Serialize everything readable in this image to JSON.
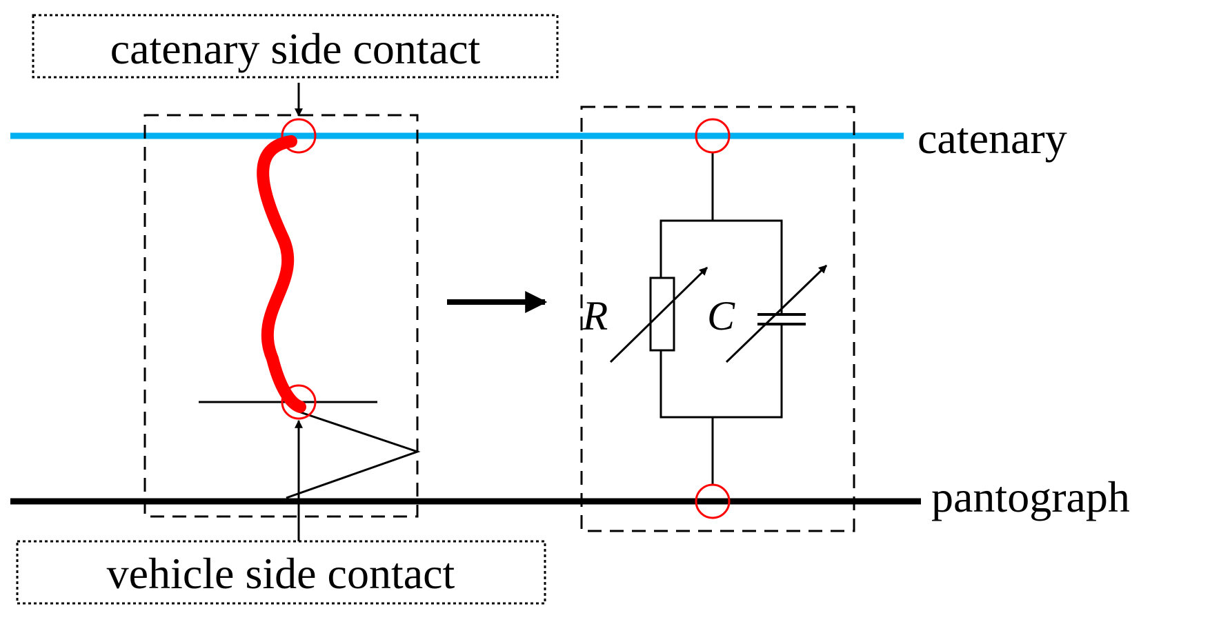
{
  "labels": {
    "catenary_side_contact": "catenary side contact",
    "vehicle_side_contact": "vehicle side contact",
    "catenary": "catenary",
    "pantograph": "pantograph",
    "resistor_symbol": "R",
    "capacitor_symbol": "C"
  },
  "colors": {
    "catenary_line": "#00b0f0",
    "pantograph_line": "#000000",
    "contact_arc": "#ff0000",
    "contact_marker": "#ff0000",
    "outline": "#000000"
  }
}
